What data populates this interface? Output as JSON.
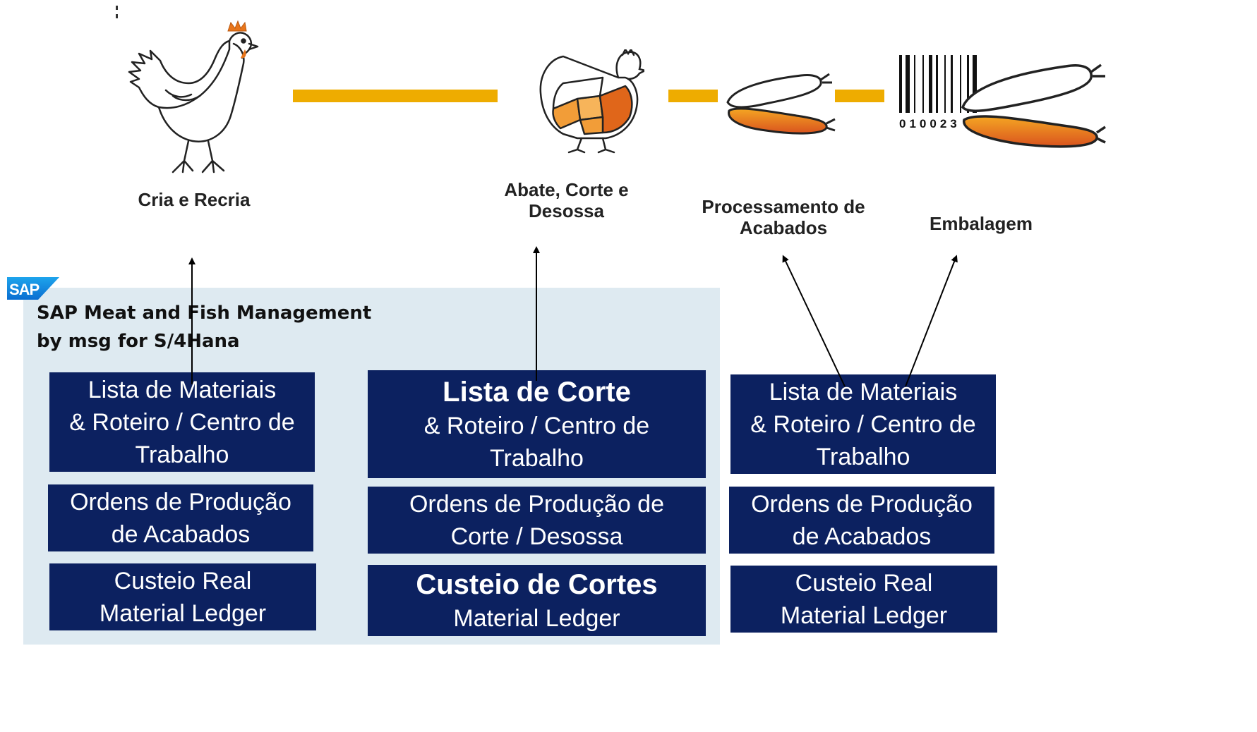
{
  "stages": [
    {
      "id": "cria",
      "label": "Cria e Recria"
    },
    {
      "id": "abate",
      "label": "Abate, Corte e\nDesossa"
    },
    {
      "id": "processamento",
      "label": "Processamento de\nAcabados"
    },
    {
      "id": "embalagem",
      "label": "Embalagem"
    }
  ],
  "barcode_number": "010023",
  "product": {
    "logo_text": "SAP",
    "title": "SAP Meat and Fish Management\nby msg for S/4Hana"
  },
  "columns": [
    {
      "boxes": [
        {
          "lines": [
            "Lista de Materiais",
            "& Roteiro / Centro de",
            "Trabalho"
          ]
        },
        {
          "lines": [
            "Ordens de Produção",
            "de Acabados"
          ]
        },
        {
          "lines": [
            "Custeio Real",
            "Material Ledger"
          ]
        }
      ]
    },
    {
      "boxes": [
        {
          "headline": "Lista de Corte",
          "lines": [
            "& Roteiro / Centro de",
            "Trabalho"
          ]
        },
        {
          "lines": [
            "Ordens de Produção de",
            "Corte / Desossa"
          ]
        },
        {
          "headline": "Custeio de Cortes",
          "lines": [
            "Material Ledger"
          ]
        }
      ]
    },
    {
      "boxes": [
        {
          "lines": [
            "Lista de Materiais",
            "& Roteiro / Centro de",
            "Trabalho"
          ]
        },
        {
          "lines": [
            "Ordens de Produção",
            "de Acabados"
          ]
        },
        {
          "lines": [
            "Custeio Real",
            "Material Ledger"
          ]
        }
      ]
    }
  ],
  "colors": {
    "box_fill": "#0c2160",
    "panel_fill": "#deeaf1",
    "connector": "#eeac00",
    "sausage_orange": "#e8751a",
    "sap_blue": "#0a6ed1"
  },
  "icons": [
    "chicken-icon",
    "chicken-cuts-icon",
    "sausage-icon",
    "barcode-icon",
    "sausage-package-icon"
  ]
}
